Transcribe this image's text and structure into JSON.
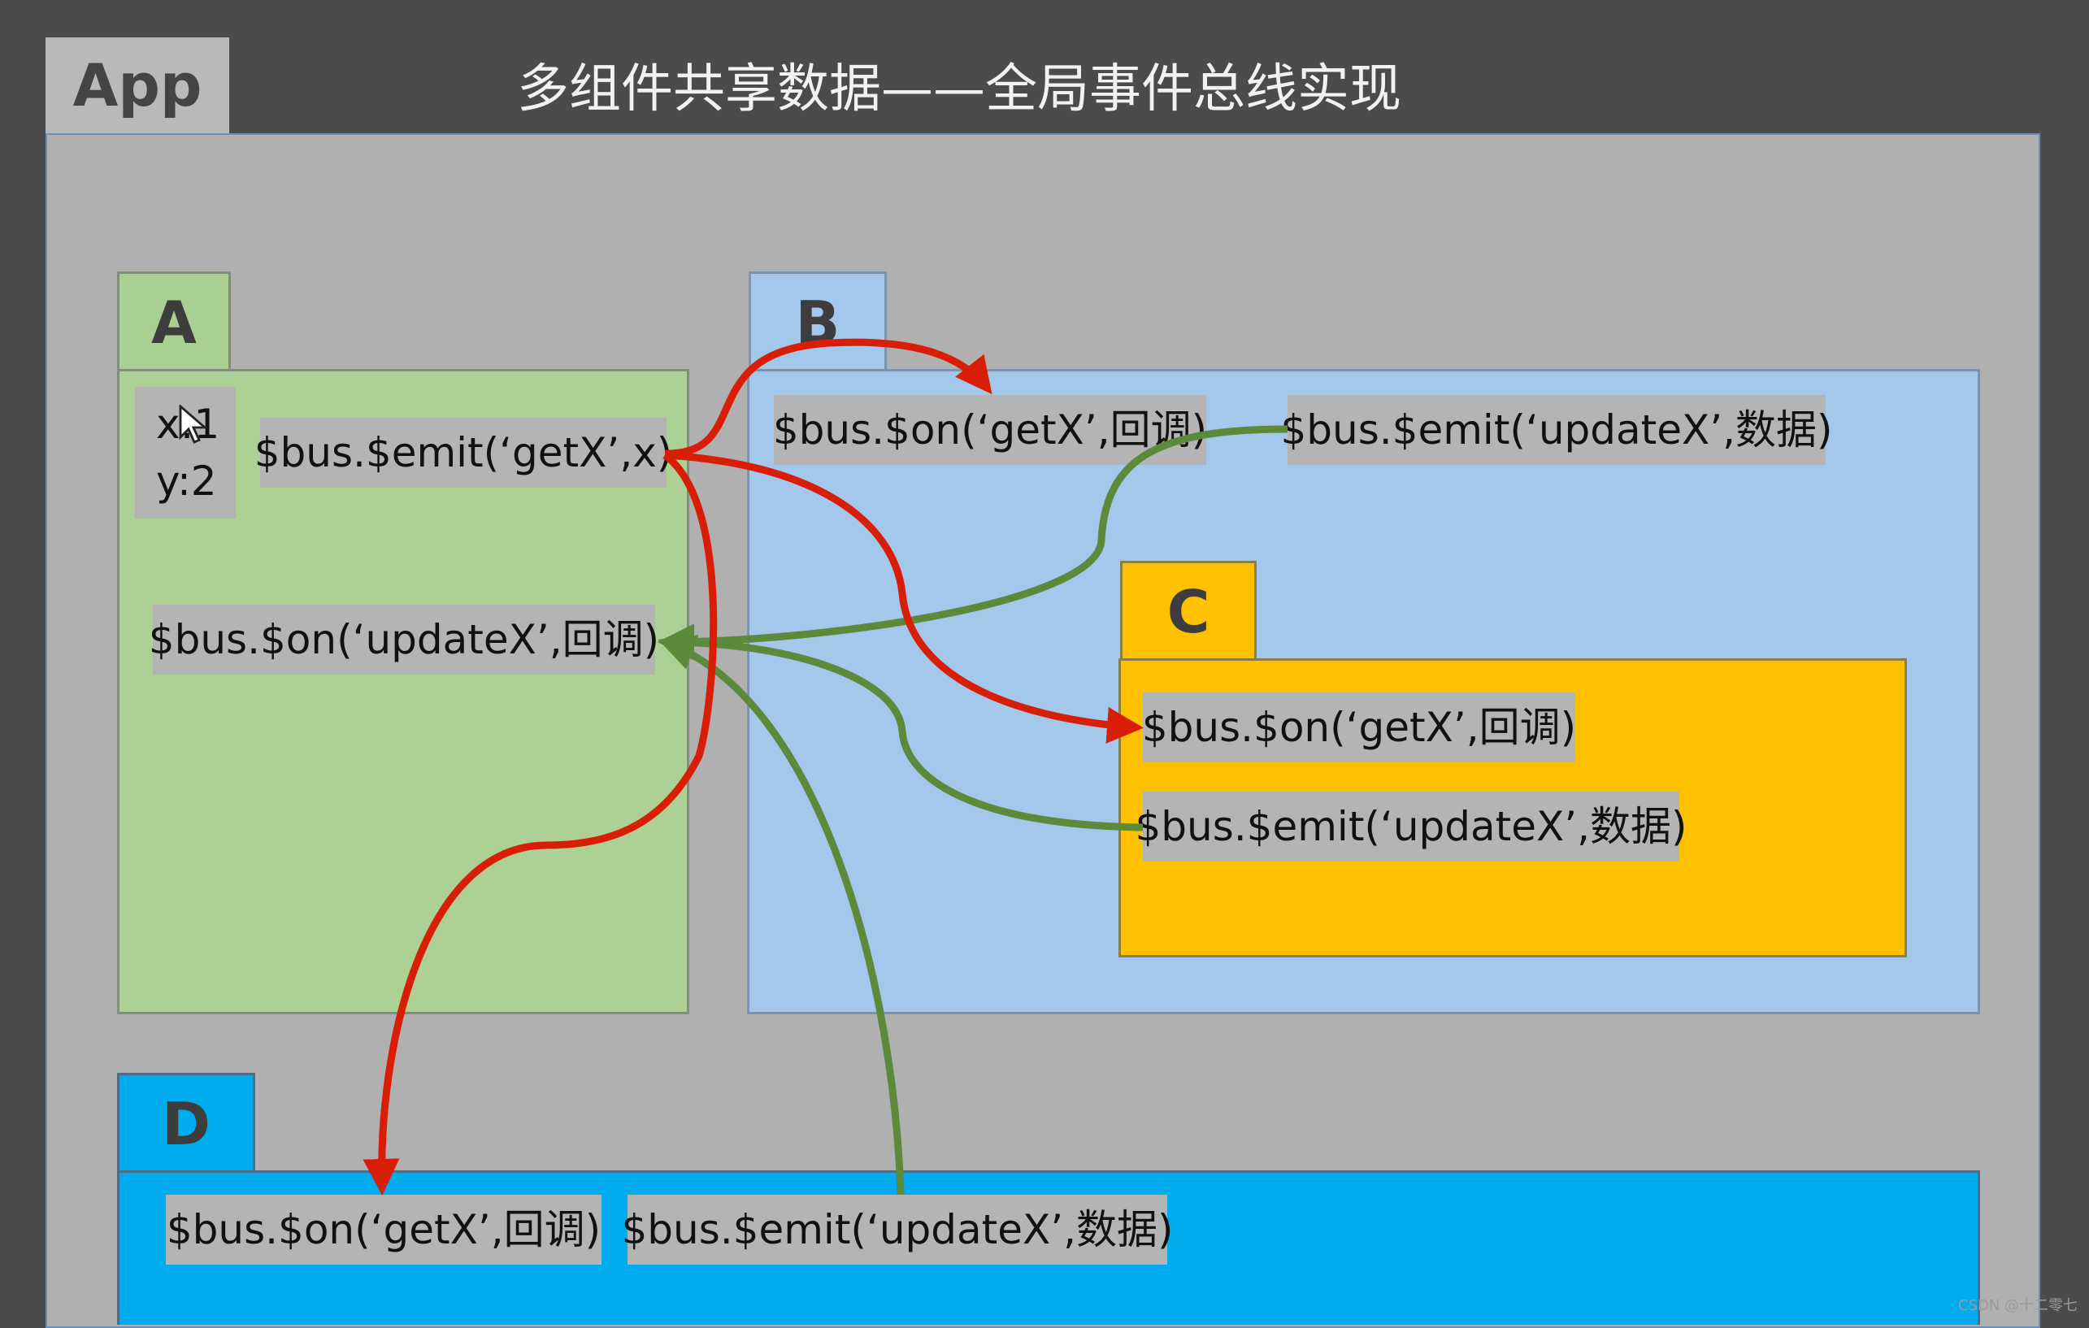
{
  "app": {
    "label": "App"
  },
  "title": "多组件共享数据——全局事件总线实现",
  "components": {
    "a": {
      "label": "A",
      "state": [
        "x:1",
        "y:2"
      ],
      "emit": "$bus.$emit(‘getX’,x)",
      "on": "$bus.$on(‘updateX’,回调)"
    },
    "b": {
      "label": "B",
      "on": "$bus.$on(‘getX’,回调)",
      "emit": "$bus.$emit(‘updateX’,数据)"
    },
    "c": {
      "label": "C",
      "on": "$bus.$on(‘getX’,回调)",
      "emit": "$bus.$emit(‘updateX’,数据)"
    },
    "d": {
      "label": "D",
      "on": "$bus.$on(‘getX’,回调)",
      "emit": "$bus.$emit(‘updateX’,数据)"
    }
  },
  "colors": {
    "a": "#add094",
    "b": "#a4c7ec",
    "c": "#fdc100",
    "d": "#00acee",
    "emit_arrow": "#d81e06",
    "update_arrow": "#5a8a3a"
  },
  "watermark": "CSDN @十二零七"
}
